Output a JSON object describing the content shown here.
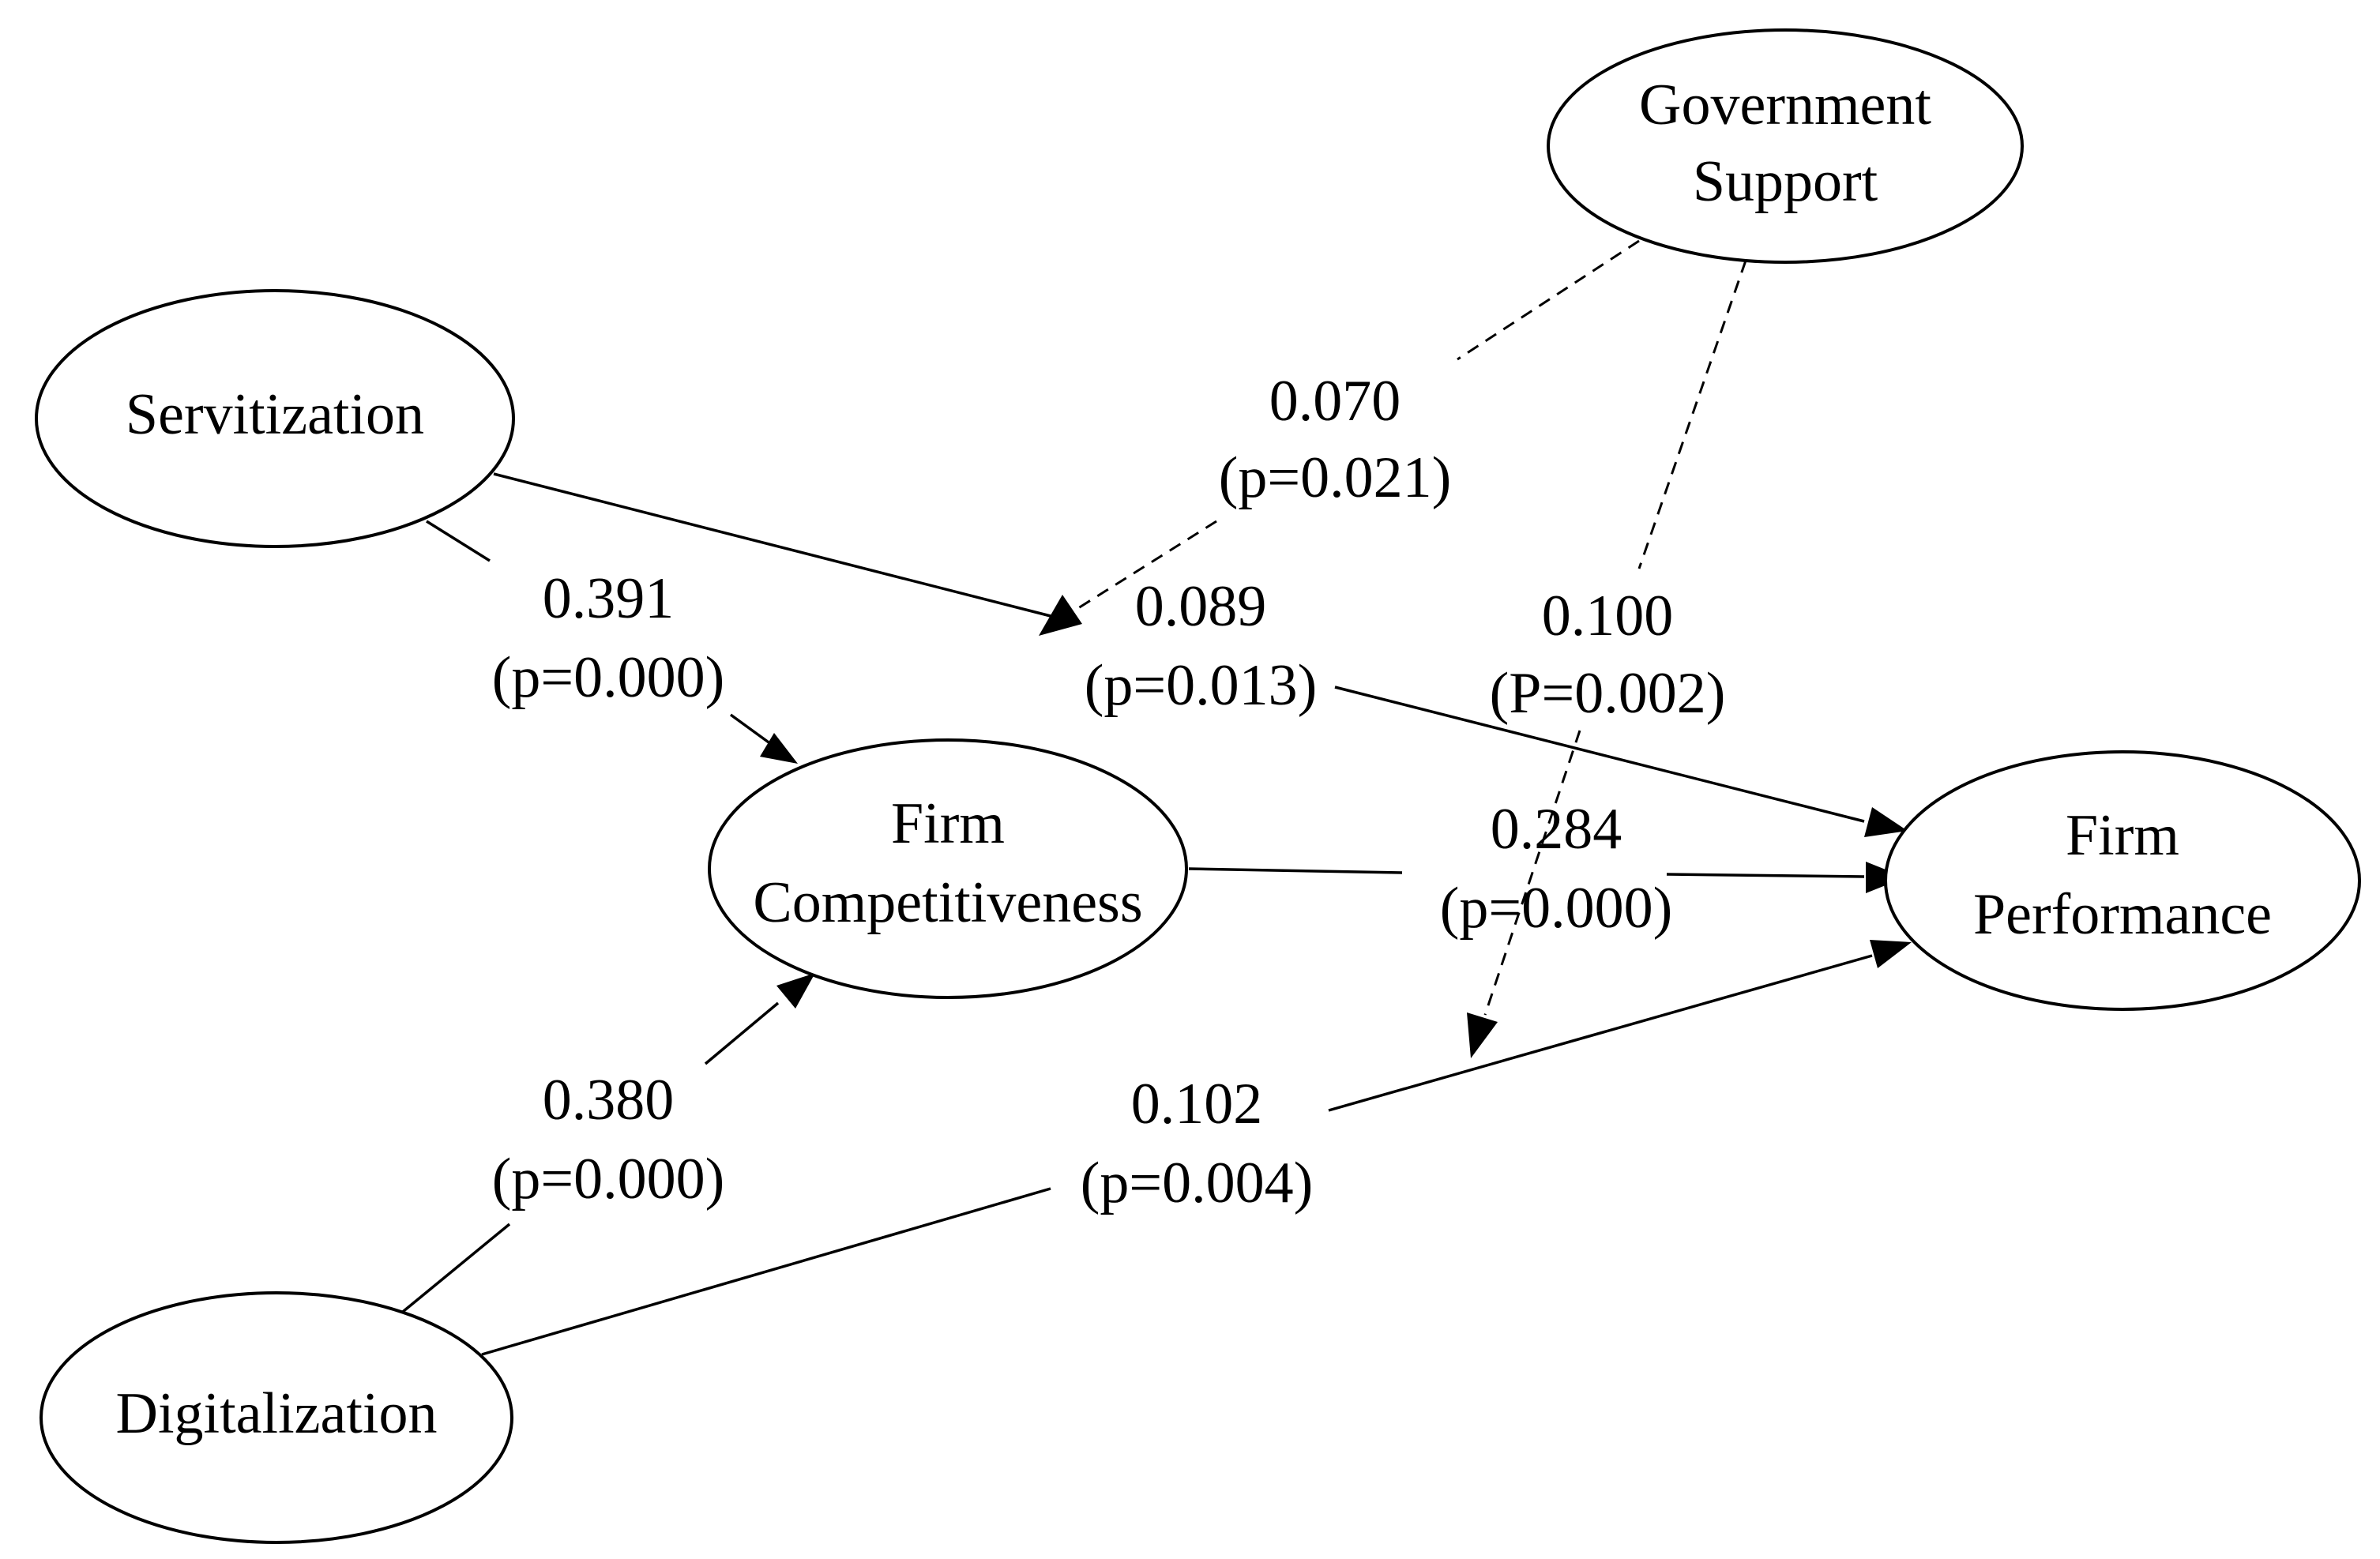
{
  "nodes": {
    "government_support": {
      "lines": [
        "Government",
        "Support"
      ]
    },
    "servitization": {
      "lines": [
        "Servitization"
      ]
    },
    "firm_competitiveness": {
      "lines": [
        "Firm",
        "Competitiveness"
      ]
    },
    "firm_performance": {
      "lines": [
        "Firm",
        "Performance"
      ]
    },
    "digitalization": {
      "lines": [
        "Digitalization"
      ]
    }
  },
  "paths": {
    "servitization_competitiveness": {
      "coef": "0.391",
      "p": "(p=0.000)"
    },
    "servitization_performance": {
      "coef": "0.089",
      "p": "(p=0.013)"
    },
    "gov_moderation_servitization": {
      "coef": "0.070",
      "p": "(p=0.021)"
    },
    "gov_moderation_digitalization": {
      "coef": "0.100",
      "p": "(P=0.002)"
    },
    "competitiveness_performance": {
      "coef": "0.284",
      "p": "(p=0.000)"
    },
    "digitalization_competitiveness": {
      "coef": "0.380",
      "p": "(p=0.000)"
    },
    "digitalization_performance": {
      "coef": "0.102",
      "p": "(p=0.004)"
    }
  }
}
